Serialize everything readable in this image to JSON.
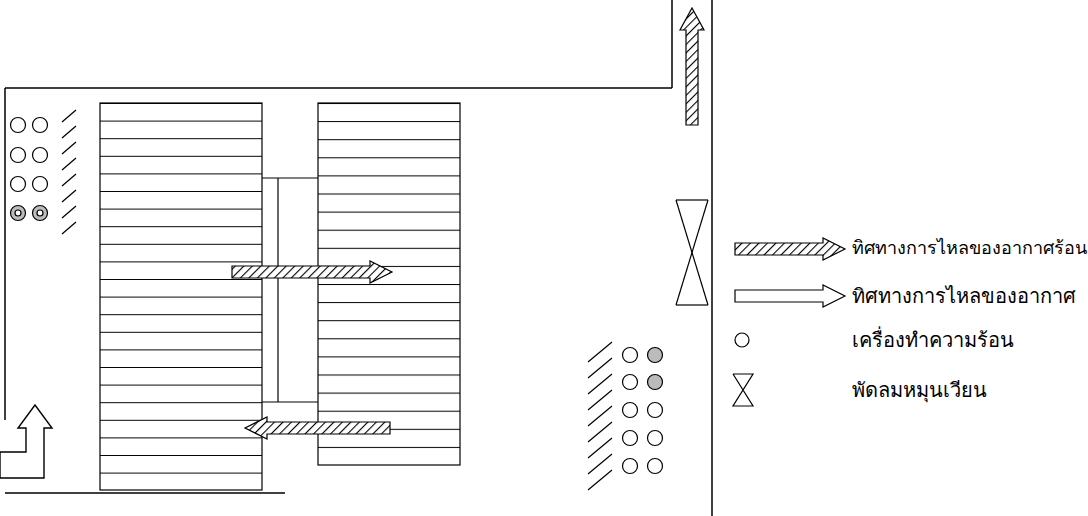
{
  "diagram": {
    "legend": [
      {
        "text": "ทิศทางการไหลของอากาศร้อน"
      },
      {
        "text": "ทิศทางการไหลของอากาศ"
      },
      {
        "text": "เครื่องทำความร้อน"
      },
      {
        "text": "พัดลมหมุนเวียน"
      }
    ]
  }
}
